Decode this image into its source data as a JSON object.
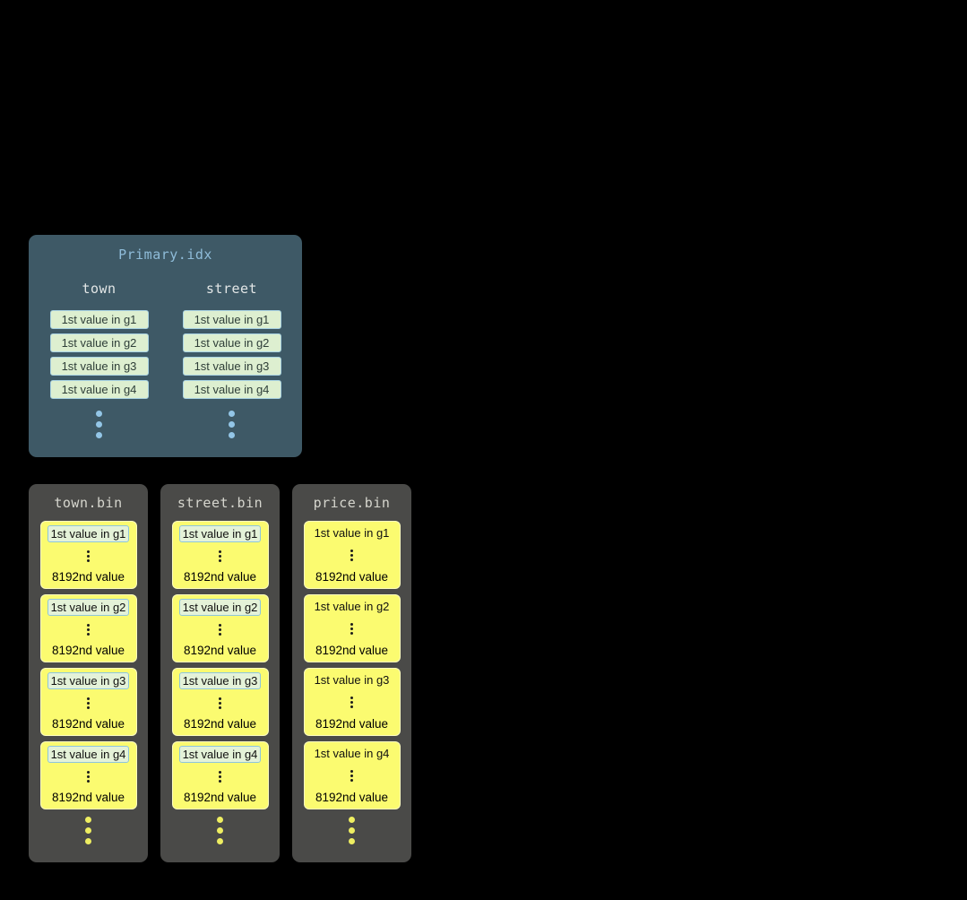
{
  "primary_index": {
    "title": "Primary.idx",
    "columns": [
      {
        "name": "town",
        "marks": [
          "1st value in g1",
          "1st value in g2",
          "1st value in g3",
          "1st value in g4"
        ]
      },
      {
        "name": "street",
        "marks": [
          "1st value in g1",
          "1st value in g2",
          "1st value in g3",
          "1st value in g4"
        ]
      }
    ]
  },
  "bin_files": [
    {
      "title": "town.bin",
      "granules": [
        {
          "first": "1st value in g1",
          "last": "8192nd value"
        },
        {
          "first": "1st value in g2",
          "last": "8192nd value"
        },
        {
          "first": "1st value in g3",
          "last": "8192nd value"
        },
        {
          "first": "1st value in g4",
          "last": "8192nd value"
        }
      ]
    },
    {
      "title": "street.bin",
      "granules": [
        {
          "first": "1st value in g1",
          "last": "8192nd value"
        },
        {
          "first": "1st value in g2",
          "last": "8192nd value"
        },
        {
          "first": "1st value in g3",
          "last": "8192nd value"
        },
        {
          "first": "1st value in g4",
          "last": "8192nd value"
        }
      ]
    },
    {
      "title": "price.bin",
      "granules": [
        {
          "first": "1st value in g1",
          "last": "8192nd value"
        },
        {
          "first": "1st value in g2",
          "last": "8192nd value"
        },
        {
          "first": "1st value in g3",
          "last": "8192nd value"
        },
        {
          "first": "1st value in g4",
          "last": "8192nd value"
        }
      ]
    }
  ],
  "colors": {
    "background": "#000000",
    "primary_panel_bg": "#3e5966",
    "primary_title_text": "#8fbcd9",
    "column_header_text": "#e2e6e6",
    "mark_box_bg": "#ddefd0",
    "mark_box_border": "#a9d3e3",
    "blue_dot": "#93c6e7",
    "bin_panel_bg": "#4a4a48",
    "bin_title_text": "#d6d6ce",
    "granule_bg": "#fbfb70",
    "highlight_bg": "#e4f2d8",
    "highlight_border": "#8ec6dc",
    "yellow_dot": "#eeee61"
  }
}
